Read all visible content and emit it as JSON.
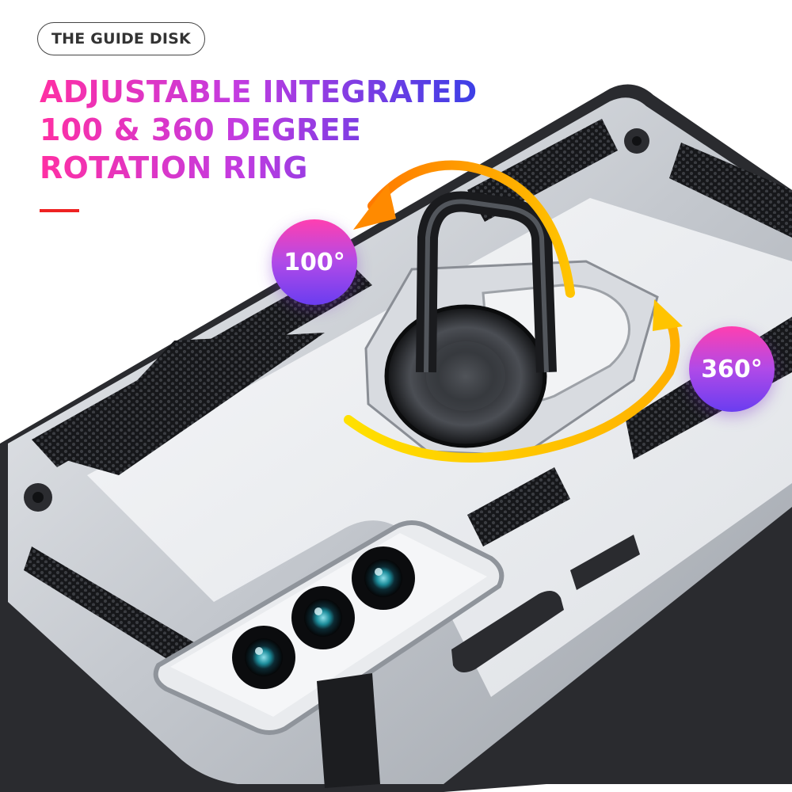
{
  "brand": {
    "label": "THE GUIDE DISK"
  },
  "headline": {
    "lines": [
      "ADJUSTABLE INTEGRATED",
      "100 & 360 DEGREE",
      "ROTATION RING"
    ]
  },
  "badges": {
    "small_angle": "100°",
    "full_angle": "360°"
  },
  "colors": {
    "headline_gradient_start": "#ff2fa3",
    "headline_gradient_end": "#3b3fe6",
    "accent_rule": "#e22222",
    "arrow_orange": "#ff8a00",
    "arrow_yellow": "#ffd400",
    "case_silver": "#c9cdd3",
    "case_black": "#1c1d20"
  },
  "icons": {
    "rotation_arrow_counterclockwise": "arrow-left-curved-icon",
    "rotation_arrow_clockwise": "arrow-up-curved-icon"
  }
}
